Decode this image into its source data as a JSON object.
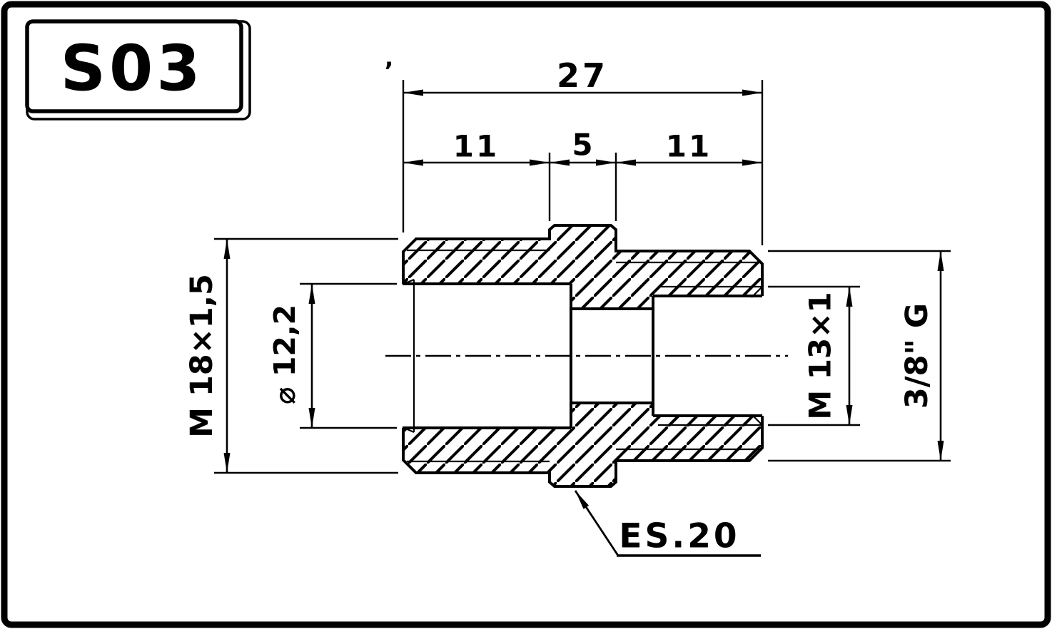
{
  "title_block": {
    "code": "S03"
  },
  "drawing": {
    "type": "technical-section-drawing",
    "part": "threaded adapter fitting, cross-section with hatching",
    "colors": {
      "line": "#000000",
      "background": "#ffffff"
    },
    "dims": {
      "overall": "27",
      "seg1": "11",
      "seg2": "5",
      "seg3": "11",
      "thread_left": "M 18×1,5",
      "bore_dia": "⌀ 12,2",
      "thread_inner_right": "M 13×1",
      "thread_outer_right": "3/8\" G",
      "hex_size": "ES.20"
    },
    "stray_mark": "’"
  }
}
